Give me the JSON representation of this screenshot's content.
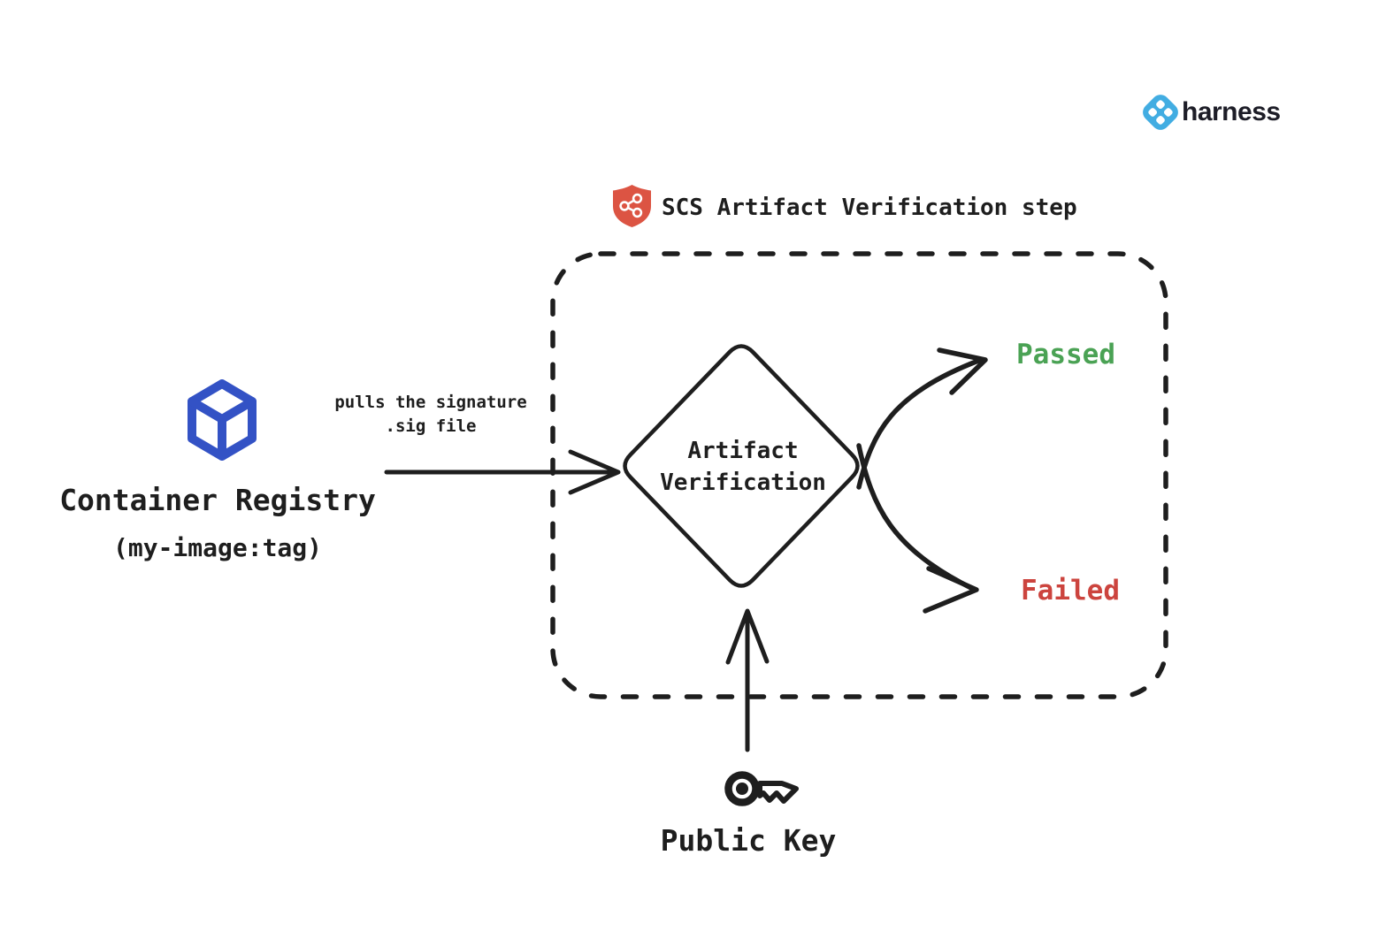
{
  "colors": {
    "ink": "#1e1e1e",
    "passed_green": "#4aa254",
    "failed_red": "#cc443e",
    "shield_red": "#dc5443",
    "cube_blue": "#3352c5",
    "harness_blue": "#42ade2",
    "wordmark_dark": "#1d1d27"
  },
  "logo": {
    "wordmark": "harness",
    "icon": "harness-diamond-icon"
  },
  "step_box": {
    "title": "SCS Artifact Verification step",
    "icon": "shield-graph-icon"
  },
  "registry": {
    "label": "Container Registry",
    "sublabel": "(my-image:tag)",
    "icon": "cube-icon"
  },
  "diamond": {
    "line1": "Artifact",
    "line2": "Verification"
  },
  "pull_edge": {
    "line1": "pulls the signature",
    "line2": ".sig file"
  },
  "outcomes": {
    "passed": "Passed",
    "failed": "Failed"
  },
  "public_key": {
    "label": "Public Key",
    "icon": "key-icon"
  }
}
